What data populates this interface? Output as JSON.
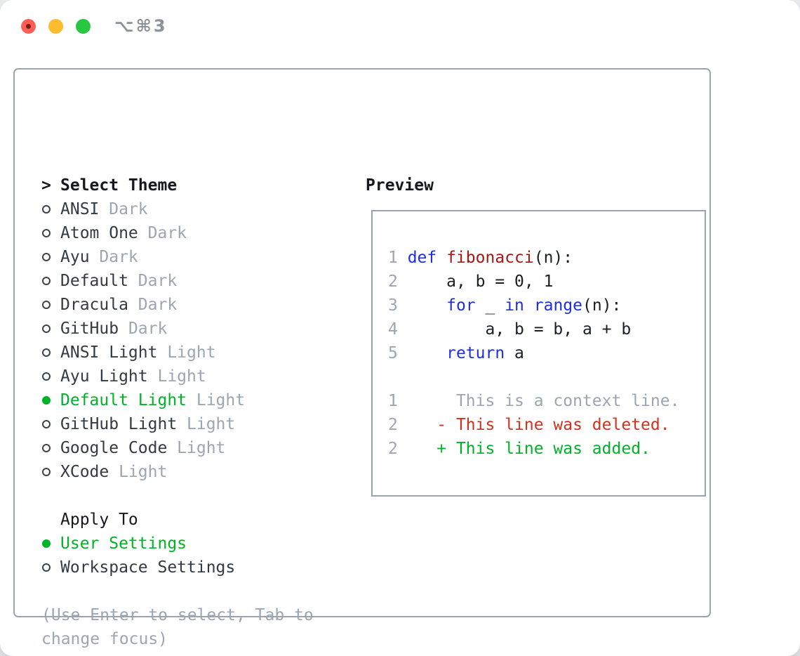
{
  "titlebar": {
    "shortcut": "⌥⌘3"
  },
  "theme_panel": {
    "prompt": ">",
    "title": "Select Theme",
    "themes": [
      {
        "name": "ANSI",
        "variant": "Dark",
        "selected": false
      },
      {
        "name": "Atom One",
        "variant": "Dark",
        "selected": false
      },
      {
        "name": "Ayu",
        "variant": "Dark",
        "selected": false
      },
      {
        "name": "Default",
        "variant": "Dark",
        "selected": false
      },
      {
        "name": "Dracula",
        "variant": "Dark",
        "selected": false
      },
      {
        "name": "GitHub",
        "variant": "Dark",
        "selected": false
      },
      {
        "name": "ANSI Light",
        "variant": "Light",
        "selected": false
      },
      {
        "name": "Ayu Light",
        "variant": "Light",
        "selected": false
      },
      {
        "name": "Default Light",
        "variant": "Light",
        "selected": true
      },
      {
        "name": "GitHub Light",
        "variant": "Light",
        "selected": false
      },
      {
        "name": "Google Code",
        "variant": "Light",
        "selected": false
      },
      {
        "name": "XCode",
        "variant": "Light",
        "selected": false
      }
    ]
  },
  "apply_to": {
    "label": "Apply To",
    "options": [
      {
        "name": "User Settings",
        "selected": true
      },
      {
        "name": "Workspace Settings",
        "selected": false
      }
    ]
  },
  "hint": [
    "(Use Enter to select, Tab to",
    "change focus)"
  ],
  "preview": {
    "title": "Preview",
    "code_lines": [
      {
        "num": "1",
        "segments": [
          {
            "t": "def",
            "c": "kw"
          },
          {
            "t": " ",
            "c": "txt"
          },
          {
            "t": "fibonacci",
            "c": "fn"
          },
          {
            "t": "(n):",
            "c": "txt"
          }
        ]
      },
      {
        "num": "2",
        "segments": [
          {
            "t": "    a, b = 0, 1",
            "c": "txt"
          }
        ]
      },
      {
        "num": "3",
        "segments": [
          {
            "t": "    ",
            "c": "txt"
          },
          {
            "t": "for",
            "c": "kw"
          },
          {
            "t": " _ ",
            "c": "txt"
          },
          {
            "t": "in",
            "c": "kw"
          },
          {
            "t": " ",
            "c": "txt"
          },
          {
            "t": "range",
            "c": "kw"
          },
          {
            "t": "(n):",
            "c": "txt"
          }
        ]
      },
      {
        "num": "4",
        "segments": [
          {
            "t": "        a, b = b, a + b",
            "c": "txt"
          }
        ]
      },
      {
        "num": "5",
        "segments": [
          {
            "t": "    ",
            "c": "txt"
          },
          {
            "t": "return",
            "c": "kw"
          },
          {
            "t": " a",
            "c": "txt"
          }
        ]
      },
      {
        "num": "",
        "segments": []
      },
      {
        "num": "1",
        "segments": [
          {
            "t": "     This is a context line.",
            "c": "ctx"
          }
        ]
      },
      {
        "num": "2",
        "segments": [
          {
            "t": "   - This line was deleted.",
            "c": "del"
          }
        ]
      },
      {
        "num": "2",
        "segments": [
          {
            "t": "   + This line was added.",
            "c": "add"
          }
        ]
      }
    ]
  },
  "colors": {
    "accent_green": "#00b228",
    "keyword_blue": "#1e2fe0",
    "function_red": "#a61812",
    "deleted_red": "#cc3322",
    "added_green": "#00b228",
    "muted_gray": "#9ca6b1",
    "text_dark": "#343a42",
    "border_gray": "#9ba3ad",
    "traffic_red": "#fd5f57",
    "traffic_yellow": "#febc2e",
    "traffic_green": "#27c83f"
  }
}
